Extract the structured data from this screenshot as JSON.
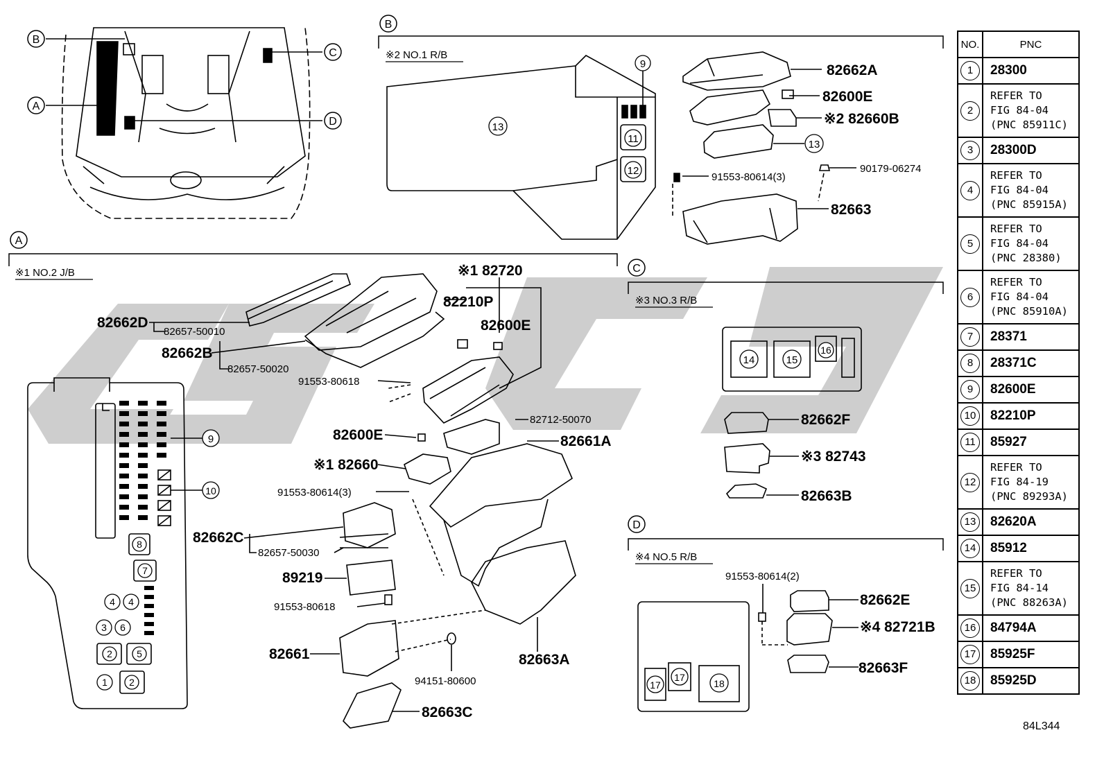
{
  "sections": {
    "B": {
      "letter": "B",
      "caption": "※2 NO.1 R/B"
    },
    "A": {
      "letter": "A",
      "caption": "※1 NO.2 J/B"
    },
    "C": {
      "letter": "C",
      "caption": "※3 NO.3 R/B"
    },
    "D": {
      "letter": "D",
      "caption": "※4 NO.5 R/B"
    }
  },
  "overview_callouts": [
    "B",
    "C",
    "A",
    "D"
  ],
  "parts": {
    "b_82662A": "82662A",
    "b_82600E": "82600E",
    "b_82660B": "※2 82660B",
    "b_13": "13",
    "b_91553": "91553-80614(3)",
    "b_90179": "90179-06274",
    "b_82663": "82663",
    "b_c9": "9",
    "b_c11": "11",
    "b_c12": "12",
    "b_c13": "13",
    "a_82720": "※1 82720",
    "a_82210P": "82210P",
    "a_82600E_top": "82600E",
    "a_82662D": "82662D",
    "a_82657_50010": "82657-50010",
    "a_82662B": "82662B",
    "a_82657_50020": "82657-50020",
    "a_91553_80618_top": "91553-80618",
    "a_82712": "82712-50070",
    "a_82600E_mid": "82600E",
    "a_82661A": "82661A",
    "a_82660": "※1 82660",
    "a_91553_80614": "91553-80614(3)",
    "a_82662C": "82662C",
    "a_82657_50030": "82657-50030",
    "a_89219": "89219",
    "a_91553_80618_bot": "91553-80618",
    "a_82661": "82661",
    "a_94151": "94151-80600",
    "a_82663A": "82663A",
    "a_82663C": "82663C",
    "a_c9": "9",
    "a_c10": "10",
    "a_c8": "8",
    "a_c7": "7",
    "a_c4a": "4",
    "a_c4b": "4",
    "a_c3": "3",
    "a_c6": "6",
    "a_c2a": "2",
    "a_c5": "5",
    "a_c1": "1",
    "a_c2b": "2",
    "c_14": "14",
    "c_15": "15",
    "c_16": "16",
    "c_82662F": "82662F",
    "c_82743": "※3 82743",
    "c_82663B": "82663B",
    "d_91553": "91553-80614(2)",
    "d_82662E": "82662E",
    "d_82721B": "※4 82721B",
    "d_82663F": "82663F",
    "d_17a": "17",
    "d_17b": "17",
    "d_18": "18"
  },
  "table": {
    "header": {
      "no": "NO.",
      "pnc": "PNC"
    },
    "rows": [
      {
        "no": "1",
        "pnc": "28300",
        "type": "bold"
      },
      {
        "no": "2",
        "pnc": "REFER TO\nFIG 84-04\n(PNC 85911C)",
        "type": "ref"
      },
      {
        "no": "3",
        "pnc": "28300D",
        "type": "bold"
      },
      {
        "no": "4",
        "pnc": "REFER TO\nFIG 84-04\n(PNC 85915A)",
        "type": "ref"
      },
      {
        "no": "5",
        "pnc": "REFER TO\nFIG 84-04\n(PNC 28380)",
        "type": "ref"
      },
      {
        "no": "6",
        "pnc": "REFER TO\nFIG 84-04\n(PNC 85910A)",
        "type": "ref"
      },
      {
        "no": "7",
        "pnc": "28371",
        "type": "bold"
      },
      {
        "no": "8",
        "pnc": "28371C",
        "type": "bold"
      },
      {
        "no": "9",
        "pnc": "82600E",
        "type": "bold"
      },
      {
        "no": "10",
        "pnc": "82210P",
        "type": "bold"
      },
      {
        "no": "11",
        "pnc": "85927",
        "type": "bold"
      },
      {
        "no": "12",
        "pnc": "REFER TO\nFIG 84-19\n(PNC 89293A)",
        "type": "ref"
      },
      {
        "no": "13",
        "pnc": "82620A",
        "type": "bold"
      },
      {
        "no": "14",
        "pnc": "85912",
        "type": "bold"
      },
      {
        "no": "15",
        "pnc": "REFER TO\nFIG 84-14\n(PNC 88263A)",
        "type": "ref"
      },
      {
        "no": "16",
        "pnc": "84794A",
        "type": "bold"
      },
      {
        "no": "17",
        "pnc": "85925F",
        "type": "bold"
      },
      {
        "no": "18",
        "pnc": "85925D",
        "type": "bold"
      }
    ]
  },
  "figure_number": "84L344"
}
